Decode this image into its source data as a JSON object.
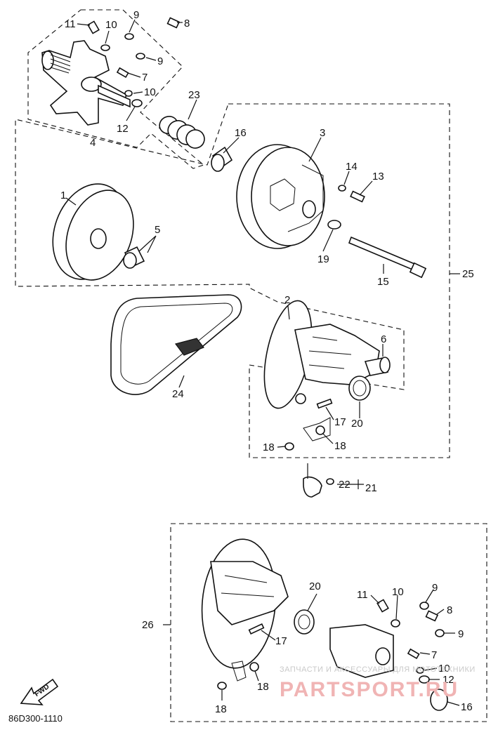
{
  "diagram": {
    "drawing_code": "86D300-1110",
    "fwd_label": "FWD",
    "watermark_top": "ЗАПЧАСТИ И АКСЕССУАРЫ ДЛЯ МОТОТЕХНИКИ",
    "watermark_brand": "PARTSPORT.RU",
    "colors": {
      "line": "#111111",
      "watermark_top": "#c9c9c9",
      "watermark_brand": "#f0b4b4"
    },
    "callouts": [
      {
        "id": "c-11-top",
        "text": "11"
      },
      {
        "id": "c-10-top",
        "text": "10"
      },
      {
        "id": "c-9-top",
        "text": "9"
      },
      {
        "id": "c-8-top",
        "text": "8"
      },
      {
        "id": "c-9b-top",
        "text": "9"
      },
      {
        "id": "c-7-top",
        "text": "7"
      },
      {
        "id": "c-10b-top",
        "text": "10"
      },
      {
        "id": "c-12-top",
        "text": "12"
      },
      {
        "id": "c-4",
        "text": "4"
      },
      {
        "id": "c-23",
        "text": "23"
      },
      {
        "id": "c-16-top",
        "text": "16"
      },
      {
        "id": "c-3",
        "text": "3"
      },
      {
        "id": "c-14",
        "text": "14"
      },
      {
        "id": "c-13",
        "text": "13"
      },
      {
        "id": "c-1",
        "text": "1"
      },
      {
        "id": "c-5",
        "text": "5"
      },
      {
        "id": "c-19",
        "text": "19"
      },
      {
        "id": "c-15",
        "text": "15"
      },
      {
        "id": "c-25",
        "text": "25"
      },
      {
        "id": "c-2",
        "text": "2"
      },
      {
        "id": "c-6",
        "text": "6"
      },
      {
        "id": "c-24",
        "text": "24"
      },
      {
        "id": "c-17-top",
        "text": "17"
      },
      {
        "id": "c-20-top",
        "text": "20"
      },
      {
        "id": "c-18a-top",
        "text": "18"
      },
      {
        "id": "c-18b-top",
        "text": "18"
      },
      {
        "id": "c-22",
        "text": "22"
      },
      {
        "id": "c-21",
        "text": "21"
      },
      {
        "id": "c-26",
        "text": "26"
      },
      {
        "id": "c-20-bot",
        "text": "20"
      },
      {
        "id": "c-11-bot",
        "text": "11"
      },
      {
        "id": "c-10-bot",
        "text": "10"
      },
      {
        "id": "c-9-bot",
        "text": "9"
      },
      {
        "id": "c-8-bot",
        "text": "8"
      },
      {
        "id": "c-9b-bot",
        "text": "9"
      },
      {
        "id": "c-17-bot",
        "text": "17"
      },
      {
        "id": "c-7-bot",
        "text": "7"
      },
      {
        "id": "c-10b-bot",
        "text": "10"
      },
      {
        "id": "c-12-bot",
        "text": "12"
      },
      {
        "id": "c-18a-bot",
        "text": "18"
      },
      {
        "id": "c-18b-bot",
        "text": "18"
      },
      {
        "id": "c-16-bot",
        "text": "16"
      }
    ]
  }
}
